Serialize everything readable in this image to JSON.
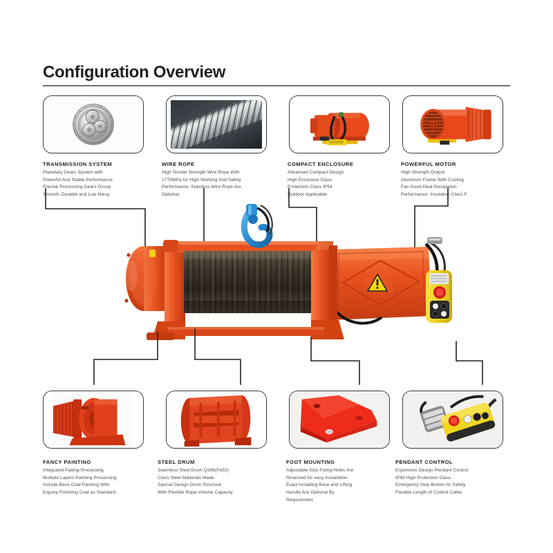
{
  "page": {
    "title": "Configuration Overview",
    "accent_color": "#231f20",
    "rule_color": "#6f6f6f",
    "background": "#ffffff",
    "product_colors": {
      "body_orange": "#e8531f",
      "frame_red": "#d8401a",
      "hook_blue": "#2b8fd6",
      "pendant_yellow": "#f2d31b",
      "warning_yellow": "#f5d40a",
      "drum_rope": "#4a4136"
    }
  },
  "features_top": [
    {
      "id": "transmission-system",
      "title": "TRANSMISSION SYSTEM",
      "thumb": "planetary-gears-photo",
      "lines": [
        "Planetary Gears System with",
        "Powerful And Stable Performance.",
        "Precise Processing Gears Group",
        "Smooth, Durable and Low Noisy."
      ]
    },
    {
      "id": "wire-rope",
      "title": "WIRE ROPE",
      "thumb": "steel-wire-rope-photo",
      "lines": [
        "High Tensile Strength Wire Rope With",
        "1770MPa for High Working And Safety",
        "Performance. Stainless Wire Rope Are",
        "Optional."
      ]
    },
    {
      "id": "compact-enclosure",
      "title": "COMPACT ENCLOSURE",
      "thumb": "compact-enclosure-photo",
      "lines": [
        "Advanced Compact Design",
        "High Enclosure Class",
        "Protection Class IP54",
        "Outdoor Applicable."
      ]
    },
    {
      "id": "powerful-motor",
      "title": "POWERFUL MOTOR",
      "thumb": "electric-motor-photo",
      "lines": [
        "High Strength Output",
        "Aluminum Frame With Cooling",
        "Fan Good Heat Dissipation",
        "Performance. Insulation Class F."
      ]
    }
  ],
  "features_bottom": [
    {
      "id": "fancy-painting",
      "title": "FANCY PAINTING",
      "thumb": "painted-winch-body-photo",
      "lines": [
        "Integrated Paiting Processing",
        "Multiple Layers Painting Processing",
        "Include Base Coat Painting With",
        "Expoxy Finishing Coat as Standard."
      ]
    },
    {
      "id": "steel-drum",
      "title": "STEEL DRUM",
      "thumb": "steel-drum-photo",
      "lines": [
        "Seamless Steel Drum Q345(Fe52)",
        "Class Steel Materials Made",
        "Special Design Drum Structure",
        "With Flexible Rope Volume Capacity."
      ]
    },
    {
      "id": "foot-mounting",
      "title": "FOOT MOUNTING",
      "thumb": "foot-mounting-bracket-photo",
      "lines": [
        "Adjustable Size Fixing Holes Are",
        "Reserved for easy Installation.",
        "Exact Installing Base and Lifting",
        "Handle Are Optional By",
        "Requirement."
      ]
    },
    {
      "id": "pendant-control",
      "title": "PENDANT CONTROL",
      "thumb": "pendant-control-photo",
      "lines": [
        "Ergonomic Design Pendant Control",
        "IP65 High Protection Class",
        "Emergency Stop Button for Safety",
        "Flexible Length of Control Cable"
      ]
    }
  ],
  "product": {
    "name": "electric-winch",
    "alt": "KCD electric wire rope winch with drum, motor, gearbox, blue lifting hook and yellow pendant control station"
  }
}
